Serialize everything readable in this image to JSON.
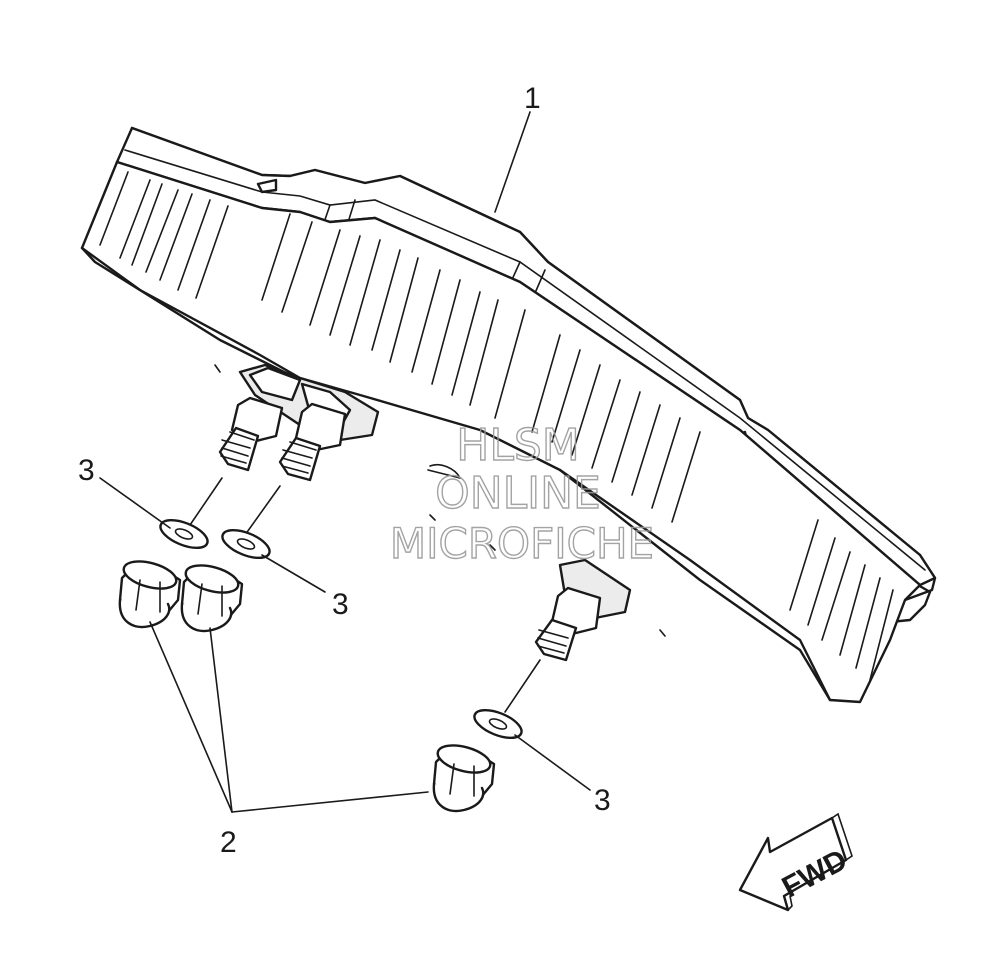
{
  "diagram": {
    "callouts": {
      "part_1": "1",
      "part_2": "2",
      "part_3_upper_left": "3",
      "part_3_middle": "3",
      "part_3_lower": "3"
    },
    "watermark": {
      "line1": "HLSM",
      "line2": "ONLINE",
      "line3": "MICROFICHE"
    },
    "direction_arrow": {
      "label": "FWD"
    },
    "icons": [
      "meter-assembly-icon",
      "stud-bolt-icon",
      "cap-nut-icon",
      "washer-icon",
      "fwd-arrow-icon"
    ]
  }
}
